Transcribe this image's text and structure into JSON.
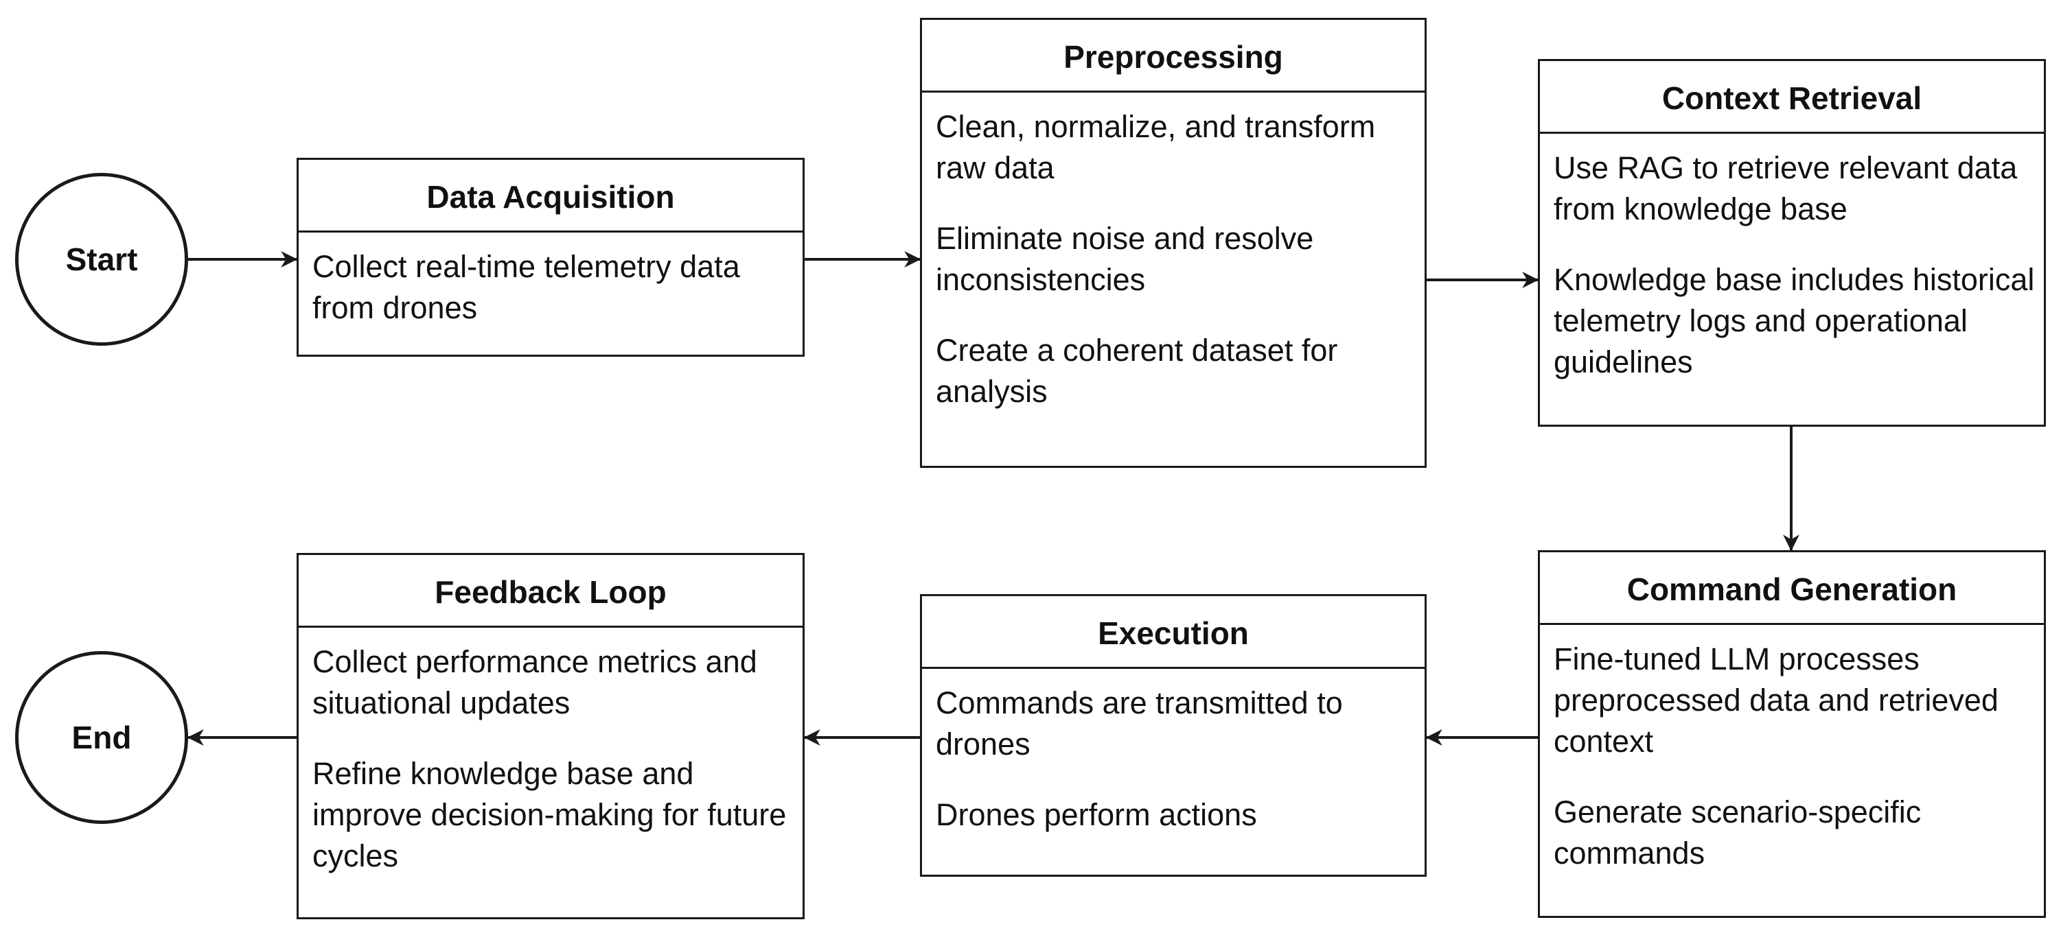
{
  "diagram": {
    "start_label": "Start",
    "end_label": "End",
    "nodes": {
      "data_acquisition": {
        "title": "Data Acquisition",
        "lines": [
          "Collect real-time telemetry data from drones"
        ]
      },
      "preprocessing": {
        "title": "Preprocessing",
        "lines": [
          "Clean, normalize, and transform raw data",
          "Eliminate noise and resolve inconsistencies",
          "Create a coherent dataset for analysis"
        ]
      },
      "context_retrieval": {
        "title": "Context Retrieval",
        "lines": [
          "Use RAG to retrieve relevant data from knowledge base",
          "Knowledge base includes historical telemetry logs and operational guidelines"
        ]
      },
      "command_generation": {
        "title": "Command Generation",
        "lines": [
          "Fine-tuned LLM processes preprocessed data and retrieved context",
          "Generate scenario-specific commands"
        ]
      },
      "execution": {
        "title": "Execution",
        "lines": [
          "Commands are transmitted to drones",
          "Drones perform actions"
        ]
      },
      "feedback_loop": {
        "title": "Feedback Loop",
        "lines": [
          "Collect performance metrics and situational updates",
          "Refine knowledge base and improve decision-making for future cycles"
        ]
      }
    },
    "edges": [
      {
        "from": "start",
        "to": "data_acquisition"
      },
      {
        "from": "data_acquisition",
        "to": "preprocessing"
      },
      {
        "from": "preprocessing",
        "to": "context_retrieval"
      },
      {
        "from": "context_retrieval",
        "to": "command_generation"
      },
      {
        "from": "command_generation",
        "to": "execution"
      },
      {
        "from": "execution",
        "to": "feedback_loop"
      },
      {
        "from": "feedback_loop",
        "to": "end"
      }
    ]
  }
}
